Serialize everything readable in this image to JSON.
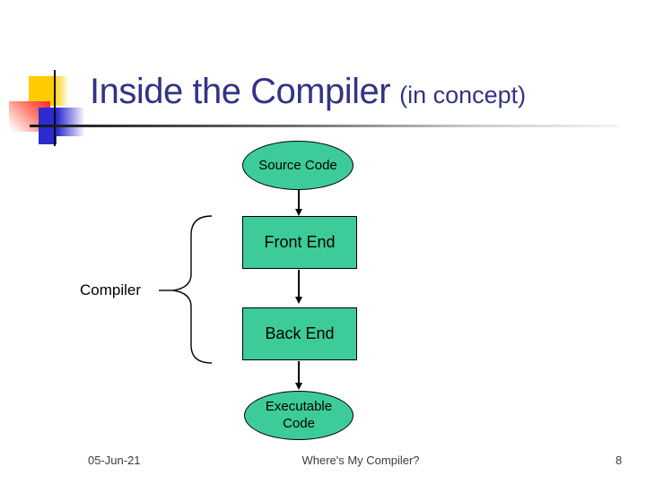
{
  "title": {
    "main": "Inside the Compiler",
    "suffix": "(in concept)"
  },
  "diagram": {
    "nodes": [
      {
        "label": "Source Code",
        "shape": "ellipse"
      },
      {
        "label": "Front End",
        "shape": "rect"
      },
      {
        "label": "Back End",
        "shape": "rect"
      },
      {
        "label": "Executable Code",
        "shape": "ellipse"
      }
    ],
    "brace_label": "Compiler"
  },
  "footer": {
    "date": "05-Jun-21",
    "center": "Where's My Compiler?",
    "page_number": "8"
  },
  "colors": {
    "title-color": "#333386",
    "node-fill": "#3dcc99",
    "accent-yellow": "#ffcc00",
    "accent-red": "#ff2b2b",
    "accent-blue": "#2b2bcf"
  }
}
